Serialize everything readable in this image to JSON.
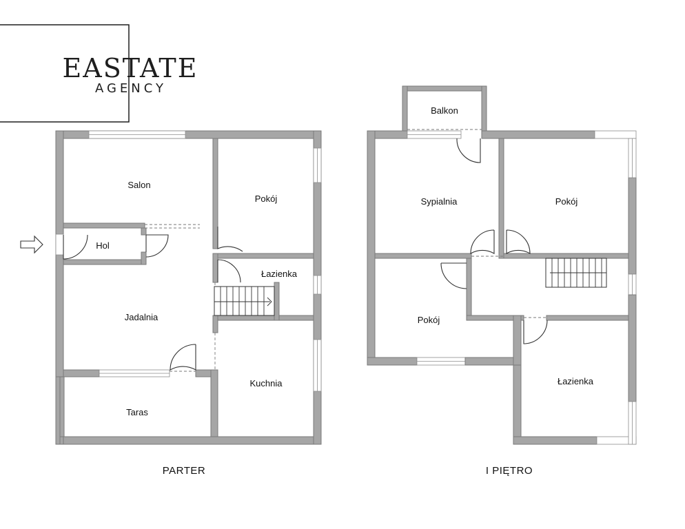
{
  "logo": {
    "brand": "EASTATE",
    "subtitle": "AGENCY"
  },
  "floors": {
    "ground": {
      "label": "PARTER",
      "rooms": {
        "salon": "Salon",
        "pokoj": "Pokój",
        "hol": "Hol",
        "lazienka": "Łazienka",
        "jadalnia": "Jadalnia",
        "kuchnia": "Kuchnia",
        "taras": "Taras"
      }
    },
    "first": {
      "label": "I PIĘTRO",
      "rooms": {
        "balkon": "Balkon",
        "sypialnia": "Sypialnia",
        "pokoj_right": "Pokój",
        "pokoj_left": "Pokój",
        "lazienka": "Łazienka"
      }
    }
  },
  "colors": {
    "wall": "#a6a6a6",
    "text": "#111111"
  }
}
